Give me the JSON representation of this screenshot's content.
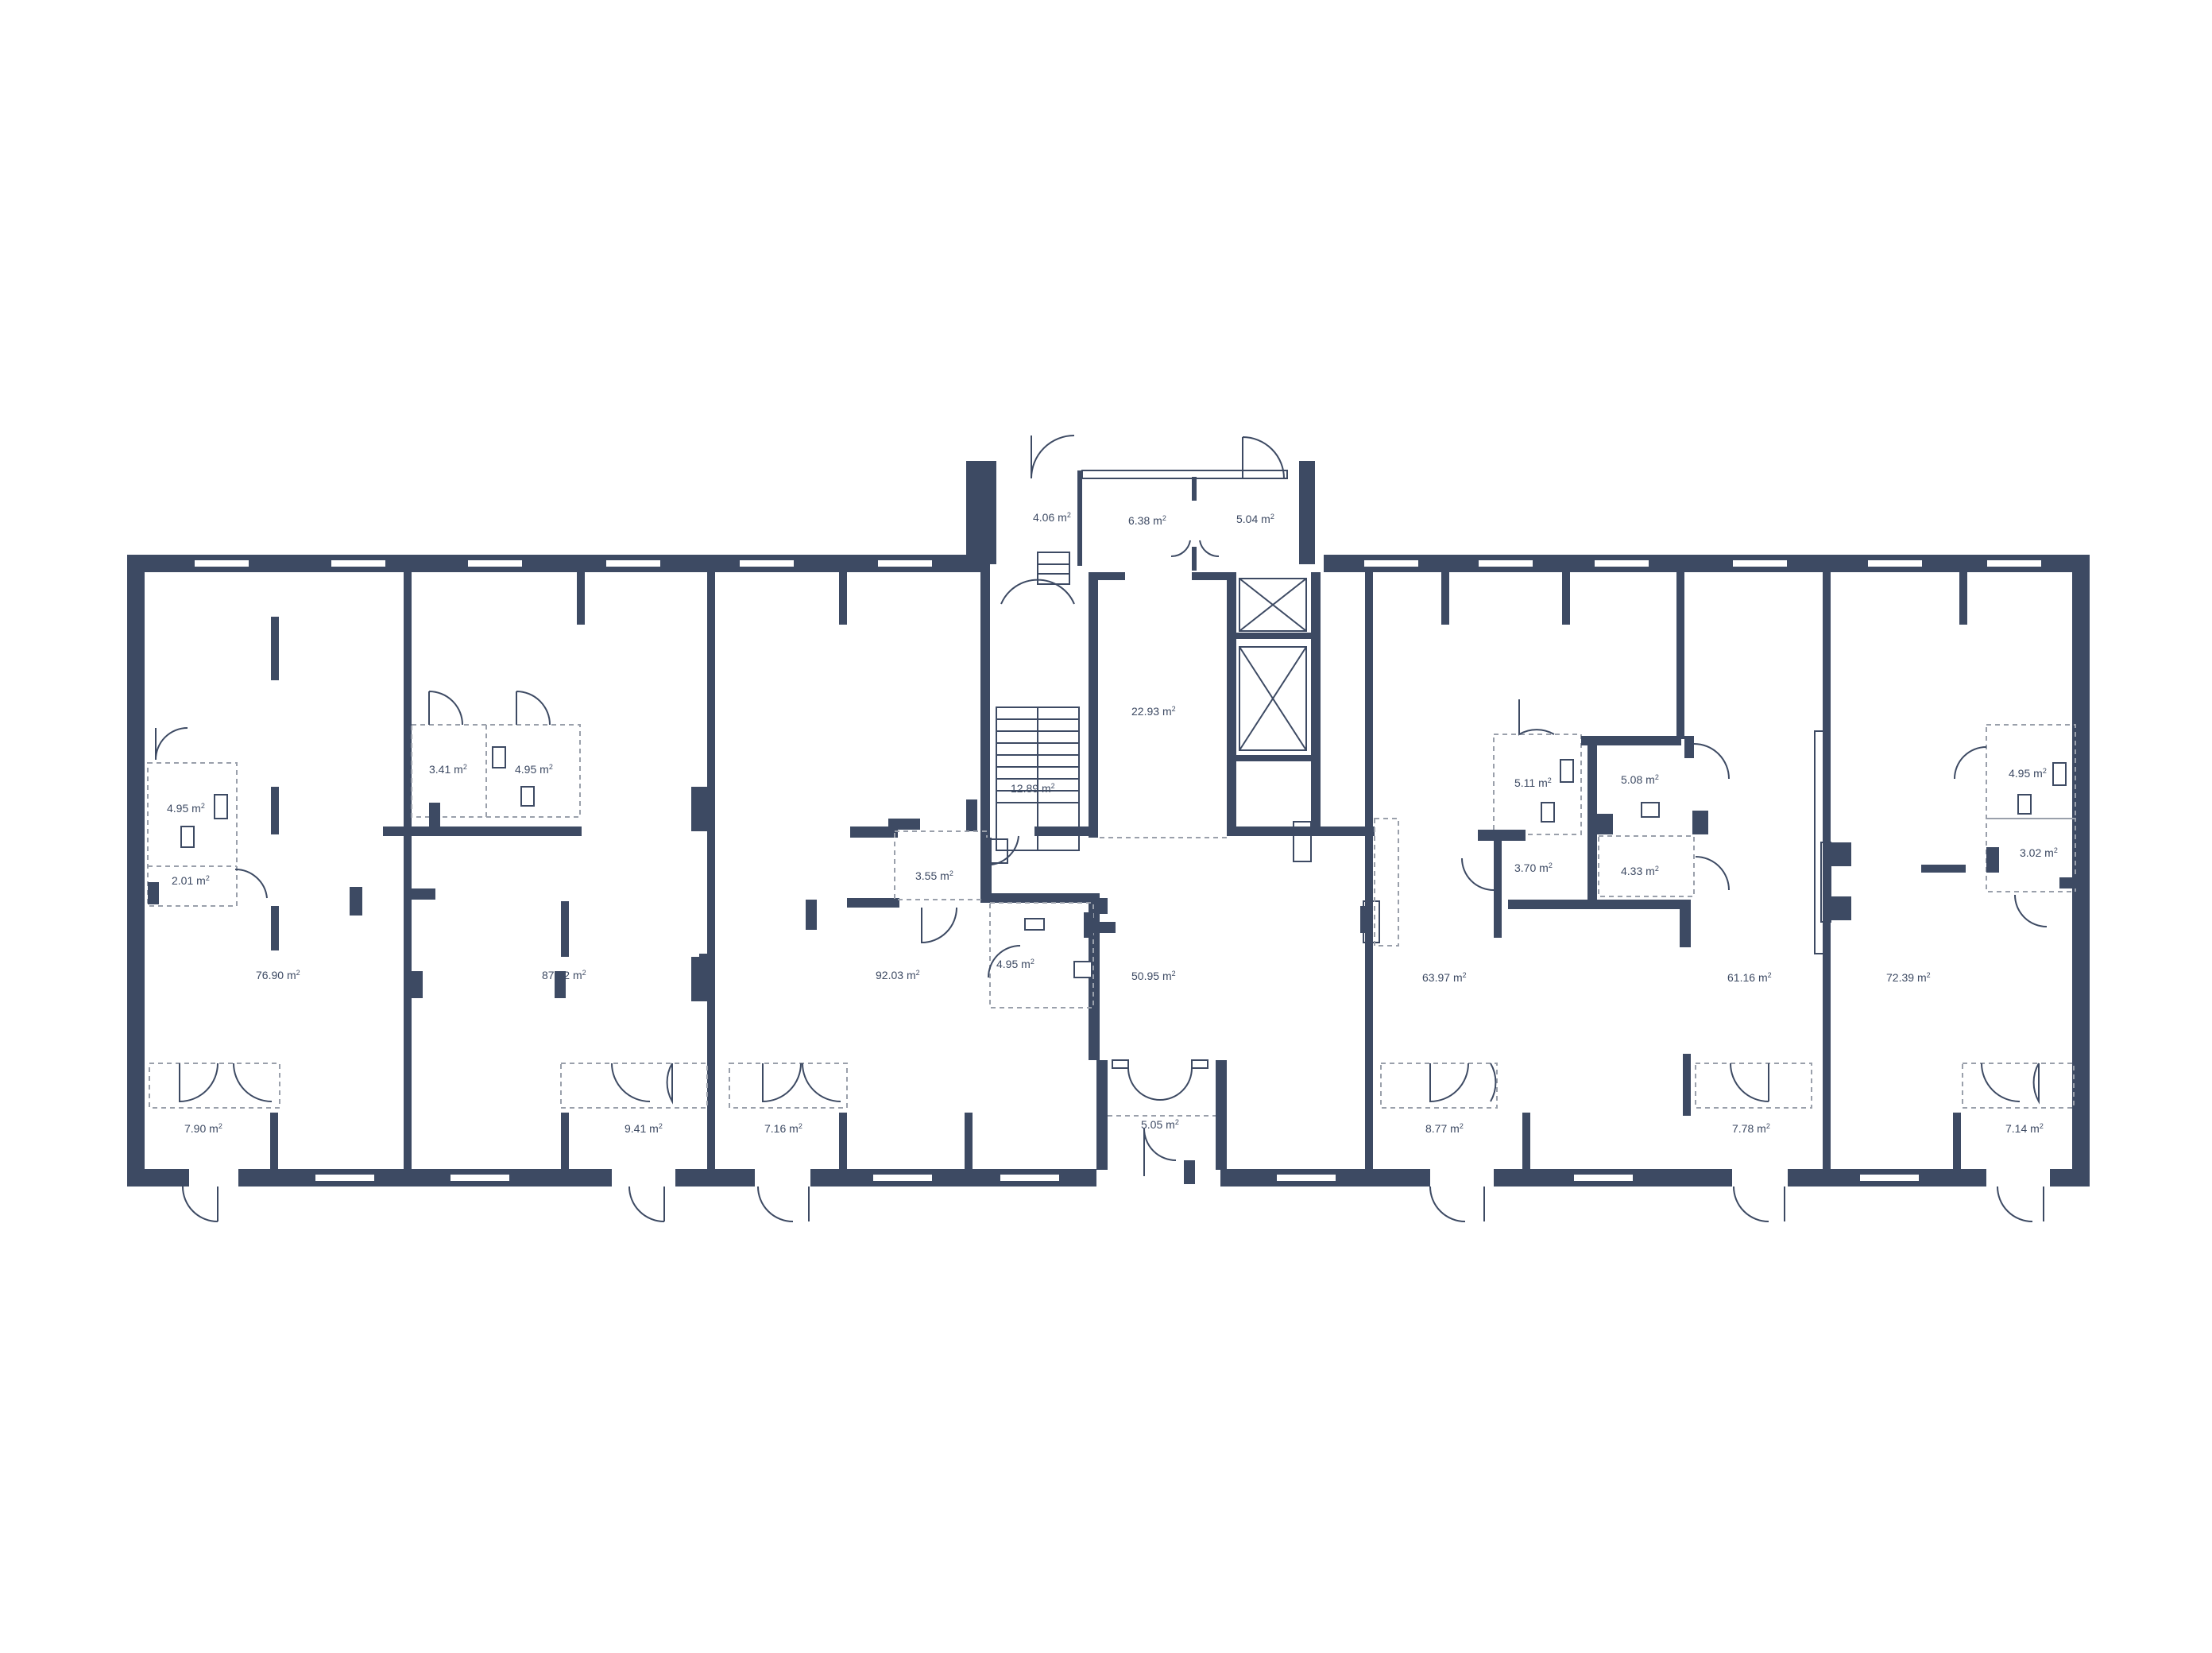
{
  "colors": {
    "wall": "#3d4a63",
    "background": "#ffffff",
    "dashed": "#9aa0ab"
  },
  "unit": "m",
  "unit_sup": "2",
  "rooms": [
    {
      "id": "r-4-06",
      "value": "4.06"
    },
    {
      "id": "r-6-38",
      "value": "6.38"
    },
    {
      "id": "r-5-04",
      "value": "5.04"
    },
    {
      "id": "r-22-93",
      "value": "22.93"
    },
    {
      "id": "r-12-89",
      "value": "12.89"
    },
    {
      "id": "r-3-55",
      "value": "3.55"
    },
    {
      "id": "r-4-95-c",
      "value": "4.95"
    },
    {
      "id": "r-50-95",
      "value": "50.95"
    },
    {
      "id": "r-5-05",
      "value": "5.05"
    },
    {
      "id": "r-4-95-a",
      "value": "4.95"
    },
    {
      "id": "r-2-01",
      "value": "2.01"
    },
    {
      "id": "r-76-90",
      "value": "76.90"
    },
    {
      "id": "r-7-90",
      "value": "7.90"
    },
    {
      "id": "r-3-41",
      "value": "3.41"
    },
    {
      "id": "r-4-95-b",
      "value": "4.95"
    },
    {
      "id": "r-87-02",
      "value": "87.02"
    },
    {
      "id": "r-9-41",
      "value": "9.41"
    },
    {
      "id": "r-92-03",
      "value": "92.03"
    },
    {
      "id": "r-7-16",
      "value": "7.16"
    },
    {
      "id": "r-5-11",
      "value": "5.11"
    },
    {
      "id": "r-5-08",
      "value": "5.08"
    },
    {
      "id": "r-3-70",
      "value": "3.70"
    },
    {
      "id": "r-4-33",
      "value": "4.33"
    },
    {
      "id": "r-63-97",
      "value": "63.97"
    },
    {
      "id": "r-8-77",
      "value": "8.77"
    },
    {
      "id": "r-61-16",
      "value": "61.16"
    },
    {
      "id": "r-7-78",
      "value": "7.78"
    },
    {
      "id": "r-4-95-d",
      "value": "4.95"
    },
    {
      "id": "r-3-02",
      "value": "3.02"
    },
    {
      "id": "r-72-39",
      "value": "72.39"
    },
    {
      "id": "r-7-14",
      "value": "7.14"
    }
  ]
}
